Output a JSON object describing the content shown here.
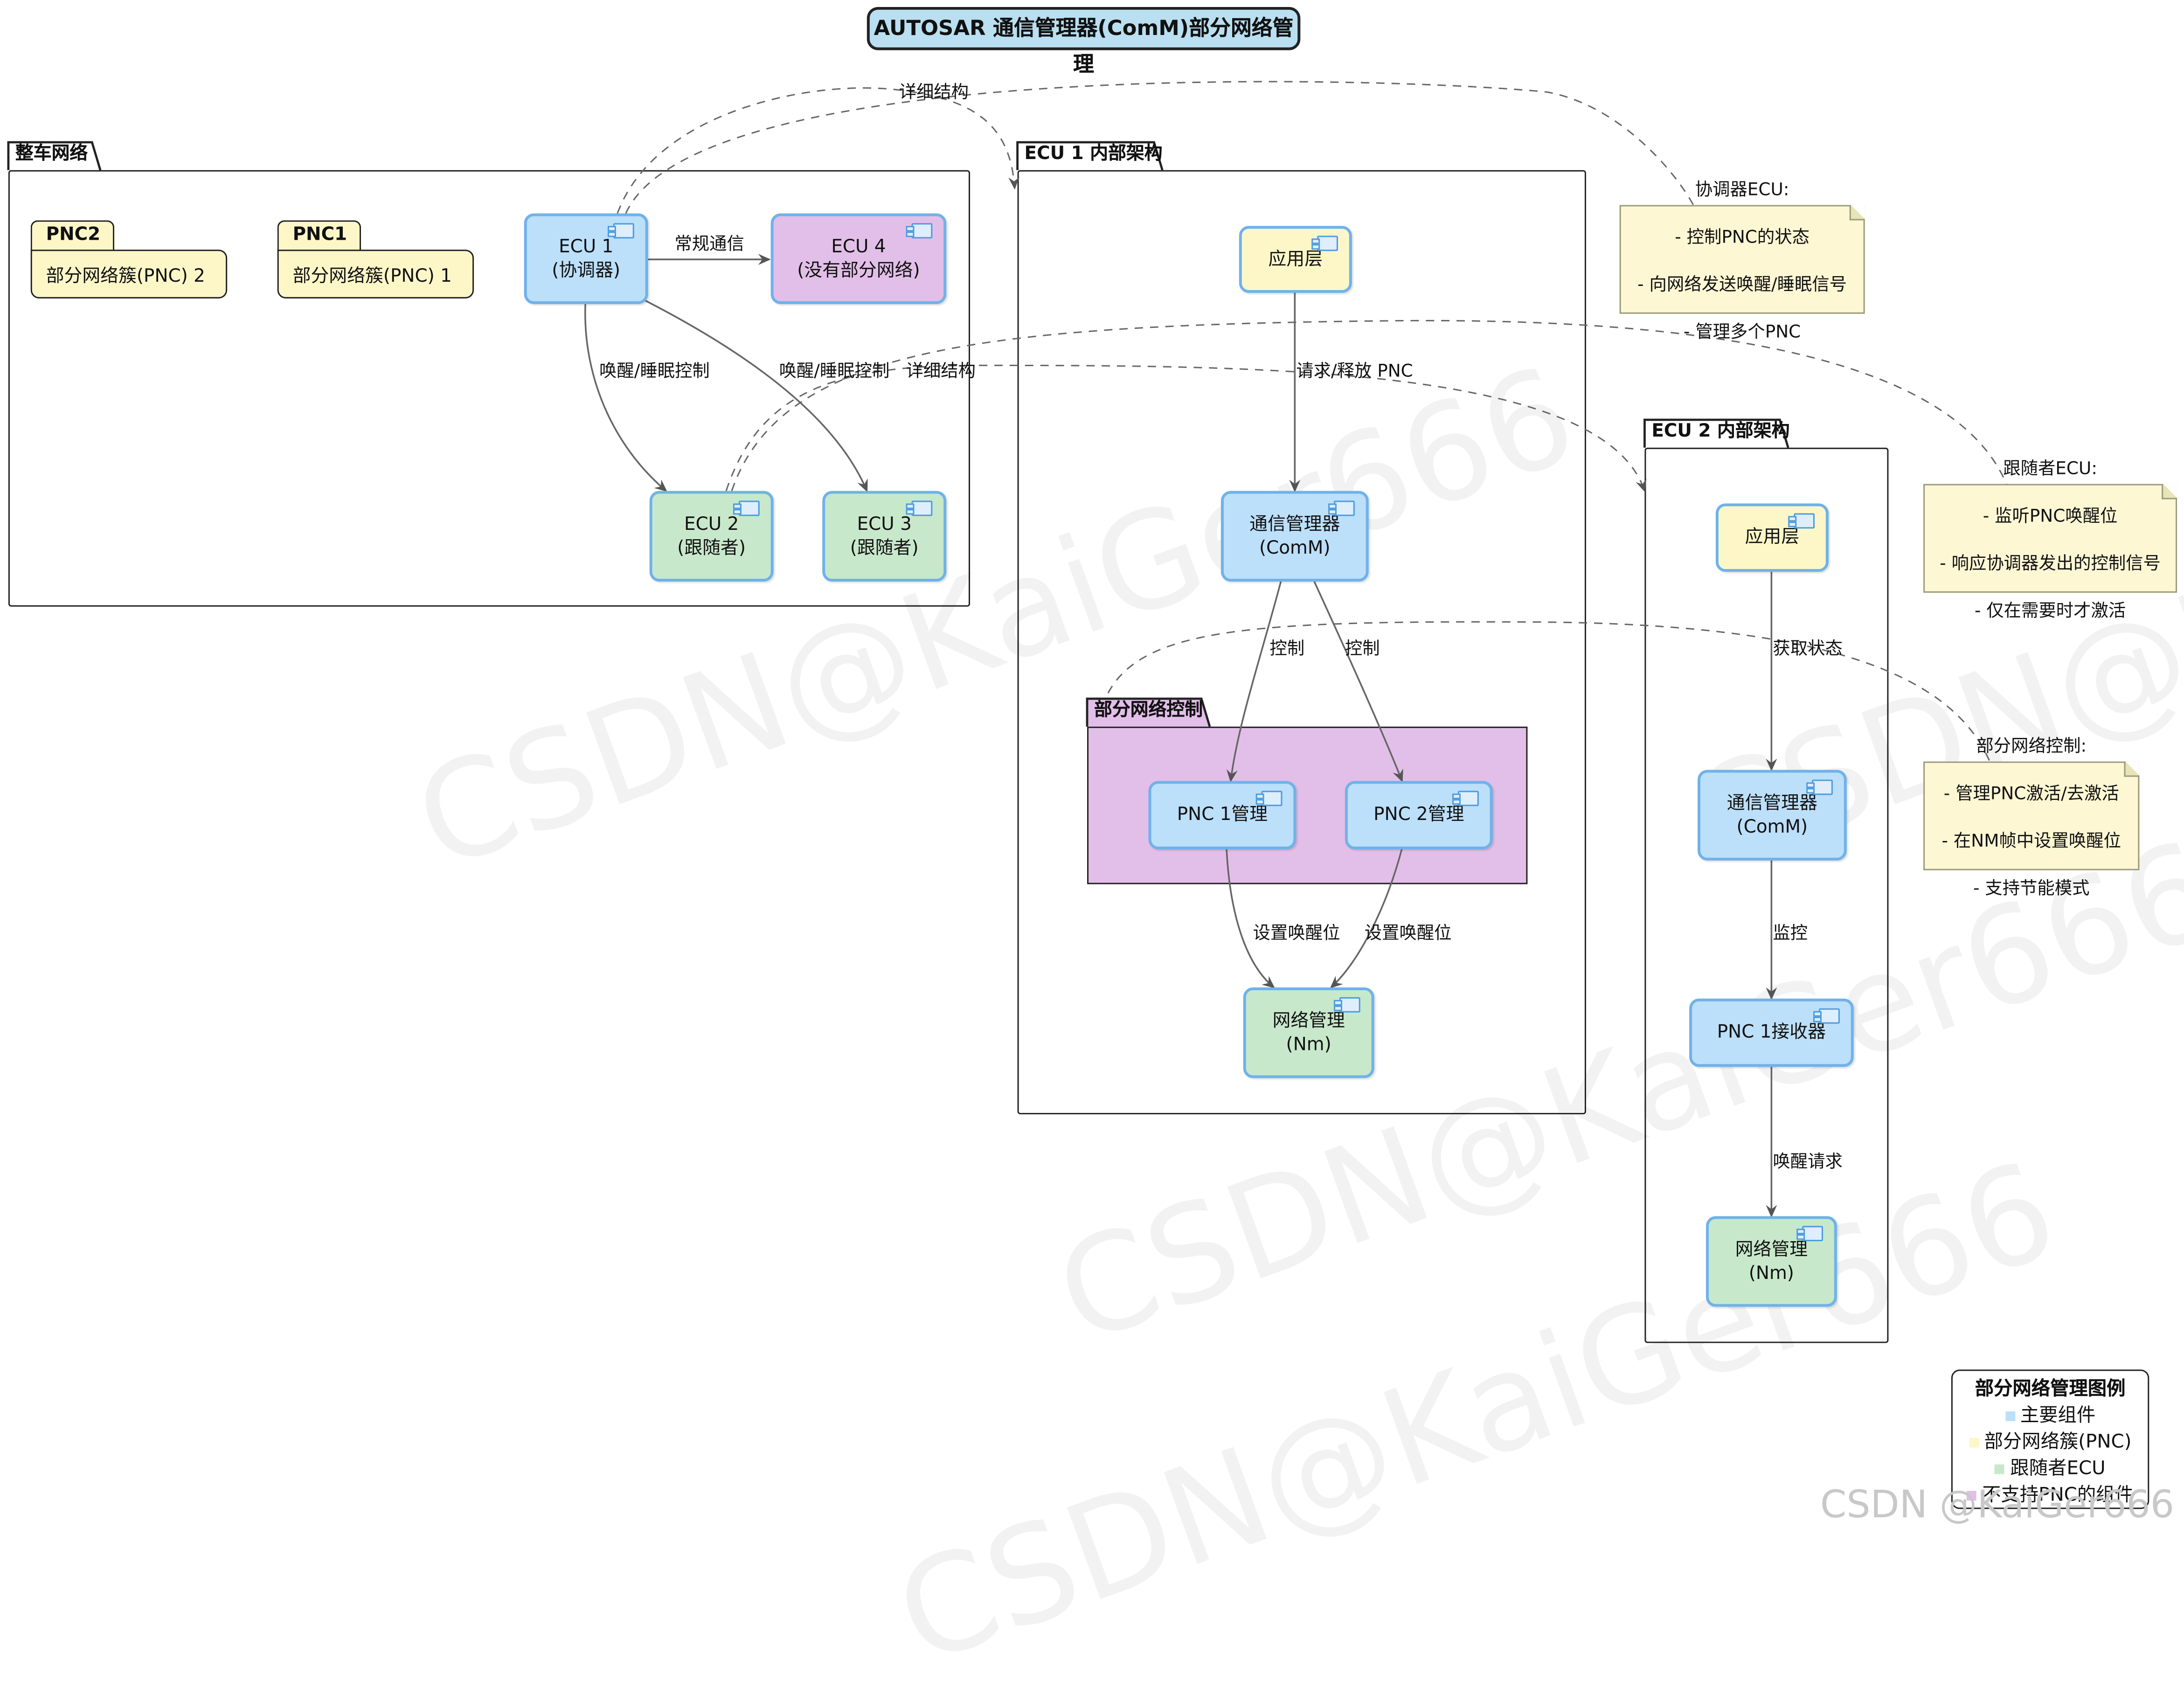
{
  "title": "AUTOSAR 通信管理器(ComM)部分网络管理",
  "frames": {
    "vehicle": "整车网络",
    "ecu1": "ECU 1 内部架构",
    "ecu2": "ECU 2 内部架构",
    "pnc_ctrl": "部分网络控制"
  },
  "packages": {
    "pnc2": {
      "tab": "PNC2",
      "body": "部分网络簇(PNC) 2"
    },
    "pnc1": {
      "tab": "PNC1",
      "body": "部分网络簇(PNC) 1"
    }
  },
  "nodes": {
    "ecu1": [
      "ECU 1",
      "(协调器)"
    ],
    "ecu4": [
      "ECU 4",
      "(没有部分网络)"
    ],
    "ecu2": [
      "ECU 2",
      "(跟随者)"
    ],
    "ecu3": [
      "ECU 3",
      "(跟随者)"
    ],
    "e1_app": [
      "应用层"
    ],
    "e1_comm": [
      "通信管理器",
      "(ComM)"
    ],
    "e1_pnc1": [
      "PNC 1管理"
    ],
    "e1_pnc2": [
      "PNC 2管理"
    ],
    "e1_nm": [
      "网络管理",
      "(Nm)"
    ],
    "e2_app": [
      "应用层"
    ],
    "e2_comm": [
      "通信管理器",
      "(ComM)"
    ],
    "e2_rx": [
      "PNC 1接收器"
    ],
    "e2_nm": [
      "网络管理",
      "(Nm)"
    ]
  },
  "edges": {
    "normal_comm": "常规通信",
    "wake_sleep_1": "唤醒/睡眠控制",
    "wake_sleep_2": "唤醒/睡眠控制",
    "detail_1": "详细结构",
    "detail_2": "详细结构",
    "req_release": "请求/释放 PNC",
    "control_1": "控制",
    "control_2": "控制",
    "set_wake_1": "设置唤醒位",
    "set_wake_2": "设置唤醒位",
    "get_state": "获取状态",
    "monitor": "监控",
    "wake_req": "唤醒请求"
  },
  "notes": {
    "coordinator": [
      "协调器ECU:",
      "- 控制PNC的状态",
      "- 向网络发送唤醒/睡眠信号",
      "- 管理多个PNC"
    ],
    "follower": [
      "跟随者ECU:",
      "- 监听PNC唤醒位",
      "- 响应协调器发出的控制信号",
      "- 仅在需要时才激活"
    ],
    "pnc_control": [
      "部分网络控制:",
      "- 管理PNC激活/去激活",
      "- 在NM帧中设置唤醒位",
      "- 支持节能模式"
    ]
  },
  "legend": {
    "title": "部分网络管理图例",
    "items": [
      {
        "label": "主要组件",
        "color": "#bcdffa"
      },
      {
        "label": "部分网络簇(PNC)",
        "color": "#fdf7c8"
      },
      {
        "label": "跟随者ECU",
        "color": "#c8e8cb"
      },
      {
        "label": "不支持PNC的组件",
        "color": "#e2bfe8"
      }
    ]
  },
  "watermark": "CSDN@KaiGer666",
  "credit": "CSDN @KaiGer666"
}
